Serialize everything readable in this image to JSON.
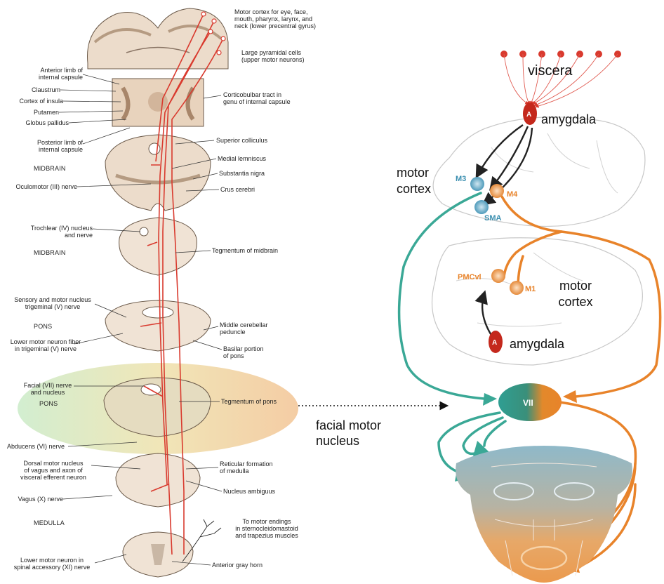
{
  "left_diagram": {
    "top_right_labels": [
      "Motor cortex for eye, face,\nmouth, pharynx, larynx, and\nneck (lower precentral gyrus)",
      "Large pyramidal cells\n(upper motor neurons)"
    ],
    "left_labels": [
      "Anterior limb of\ninternal capsule",
      "Claustrum",
      "Cortex of insula",
      "Putamen",
      "Globus pallidus",
      "Posterior limb of\ninternal capsule",
      "Oculomotor (III) nerve",
      "Trochlear (IV) nucleus\nand nerve",
      "Sensory and motor nucleus\ntrigeminal (V) nerve",
      "Lower motor neuron fiber\nin trigeminal (V) nerve",
      "Facial (VII) nerve\nand nucleus",
      "Abducens (VI) nerve",
      "Dorsal motor nucleus\nof vagus and axon of\nvisceral efferent neuron",
      "Vagus (X) nerve",
      "Lower motor neuron in\nspinal accessory (XI) nerve"
    ],
    "section_headers": [
      "MIDBRAIN",
      "MIDBRAIN",
      "PONS",
      "PONS",
      "MEDULLA"
    ],
    "right_labels": [
      "Corticobulbar tract in\ngenu of internal capsule",
      "Superior colliculus",
      "Medial lemniscus",
      "Substantia nigra",
      "Crus cerebri",
      "Tegmentum of midbrain",
      "Middle cerebellar\npeduncle",
      "Basilar portion\nof pons",
      "Tegmentum of pons",
      "Reticular formation\nof medulla",
      "Nucleus ambiguus",
      "To motor endings\nin sternocleidomastoid\nand trapezius muscles",
      "Anterior gray horn"
    ]
  },
  "center_label": "facial motor\nnucleus",
  "right_diagram": {
    "viscera": "viscera",
    "amygdala_top": "amygdala",
    "amygdala_bottom": "amygdala",
    "motor_cortex_top": "motor\ncortex",
    "motor_cortex_bottom": "motor\ncortex",
    "node_a": "A",
    "node_m3": "M3",
    "node_m4": "M4",
    "node_sma": "SMA",
    "node_pmcvl": "PMCvl",
    "node_m1": "M1",
    "node_vii": "VII"
  },
  "colors": {
    "tract_red": "#d93a2e",
    "teal": "#3aa896",
    "orange": "#e8832a",
    "amygdala": "#c4281c",
    "cortex_blue": "#3b8fb0",
    "tissue": "#d9c5b0"
  }
}
